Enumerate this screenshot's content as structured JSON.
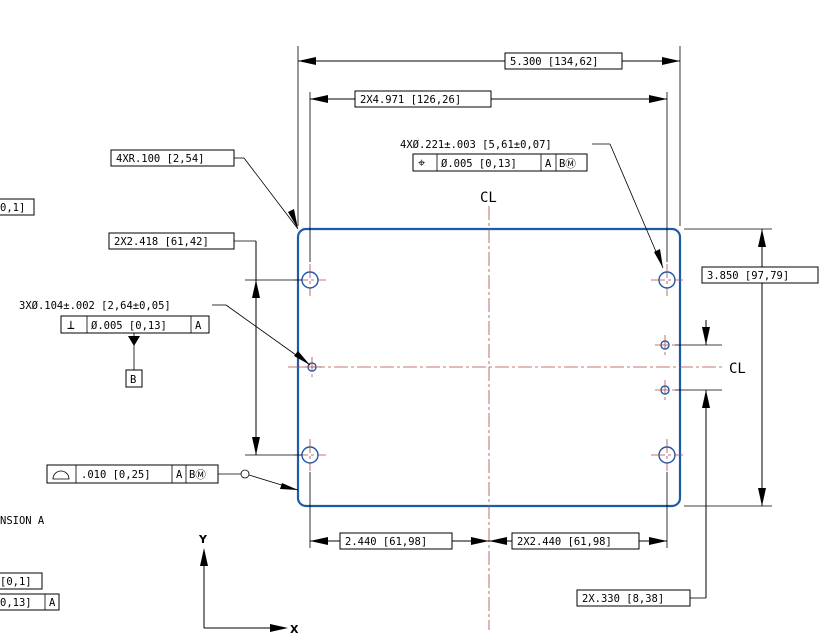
{
  "dimensions": {
    "overall_width": "5.300 [134,62]",
    "hole_spacing_x": "2X4.971 [126,26]",
    "height": "3.850 [97,79]",
    "corner_radius": "4XR.100 [2,54]",
    "hole_spacing_y": "2X2.418 [61,42]",
    "bottom_left": "2.440 [61,98]",
    "bottom_right": "2X2.440 [61,98]",
    "small_hole_offset": "2X.330 [8,38]",
    "left_edge_partial_1": "0,1]",
    "left_edge_partial_2": "[0,1]",
    "left_edge_partial_3": "0,13]",
    "left_edge_partial_3_datum": "A",
    "left_note_partial": "NSION A"
  },
  "hole_callouts": {
    "large_holes": {
      "note": "4XØ.221±.003 [5,61±0,07]",
      "fcf_symbol": "⌖",
      "fcf_tolerance": "Ø.005 [0,13]",
      "fcf_datum_1": "A",
      "fcf_datum_2": "BⓂ"
    },
    "small_holes": {
      "note": "3XØ.104±.002 [2,64±0,05]",
      "fcf_symbol": "⊥",
      "fcf_tolerance": "Ø.005 [0,13]",
      "fcf_datum_1": "A",
      "datum_label": "B"
    }
  },
  "profile_callout": {
    "symbol": "⌓",
    "tolerance": ".010 [0,25]",
    "datum_1": "A",
    "datum_2": "BⓂ"
  },
  "centerlines": {
    "vertical_label": "CL",
    "horizontal_label": "CL"
  },
  "axes": {
    "x_label": "X",
    "y_label": "Y"
  },
  "colors": {
    "part_outline": "#1f5aa8",
    "centerline": "#b04a4a",
    "dimension": "#000000"
  }
}
